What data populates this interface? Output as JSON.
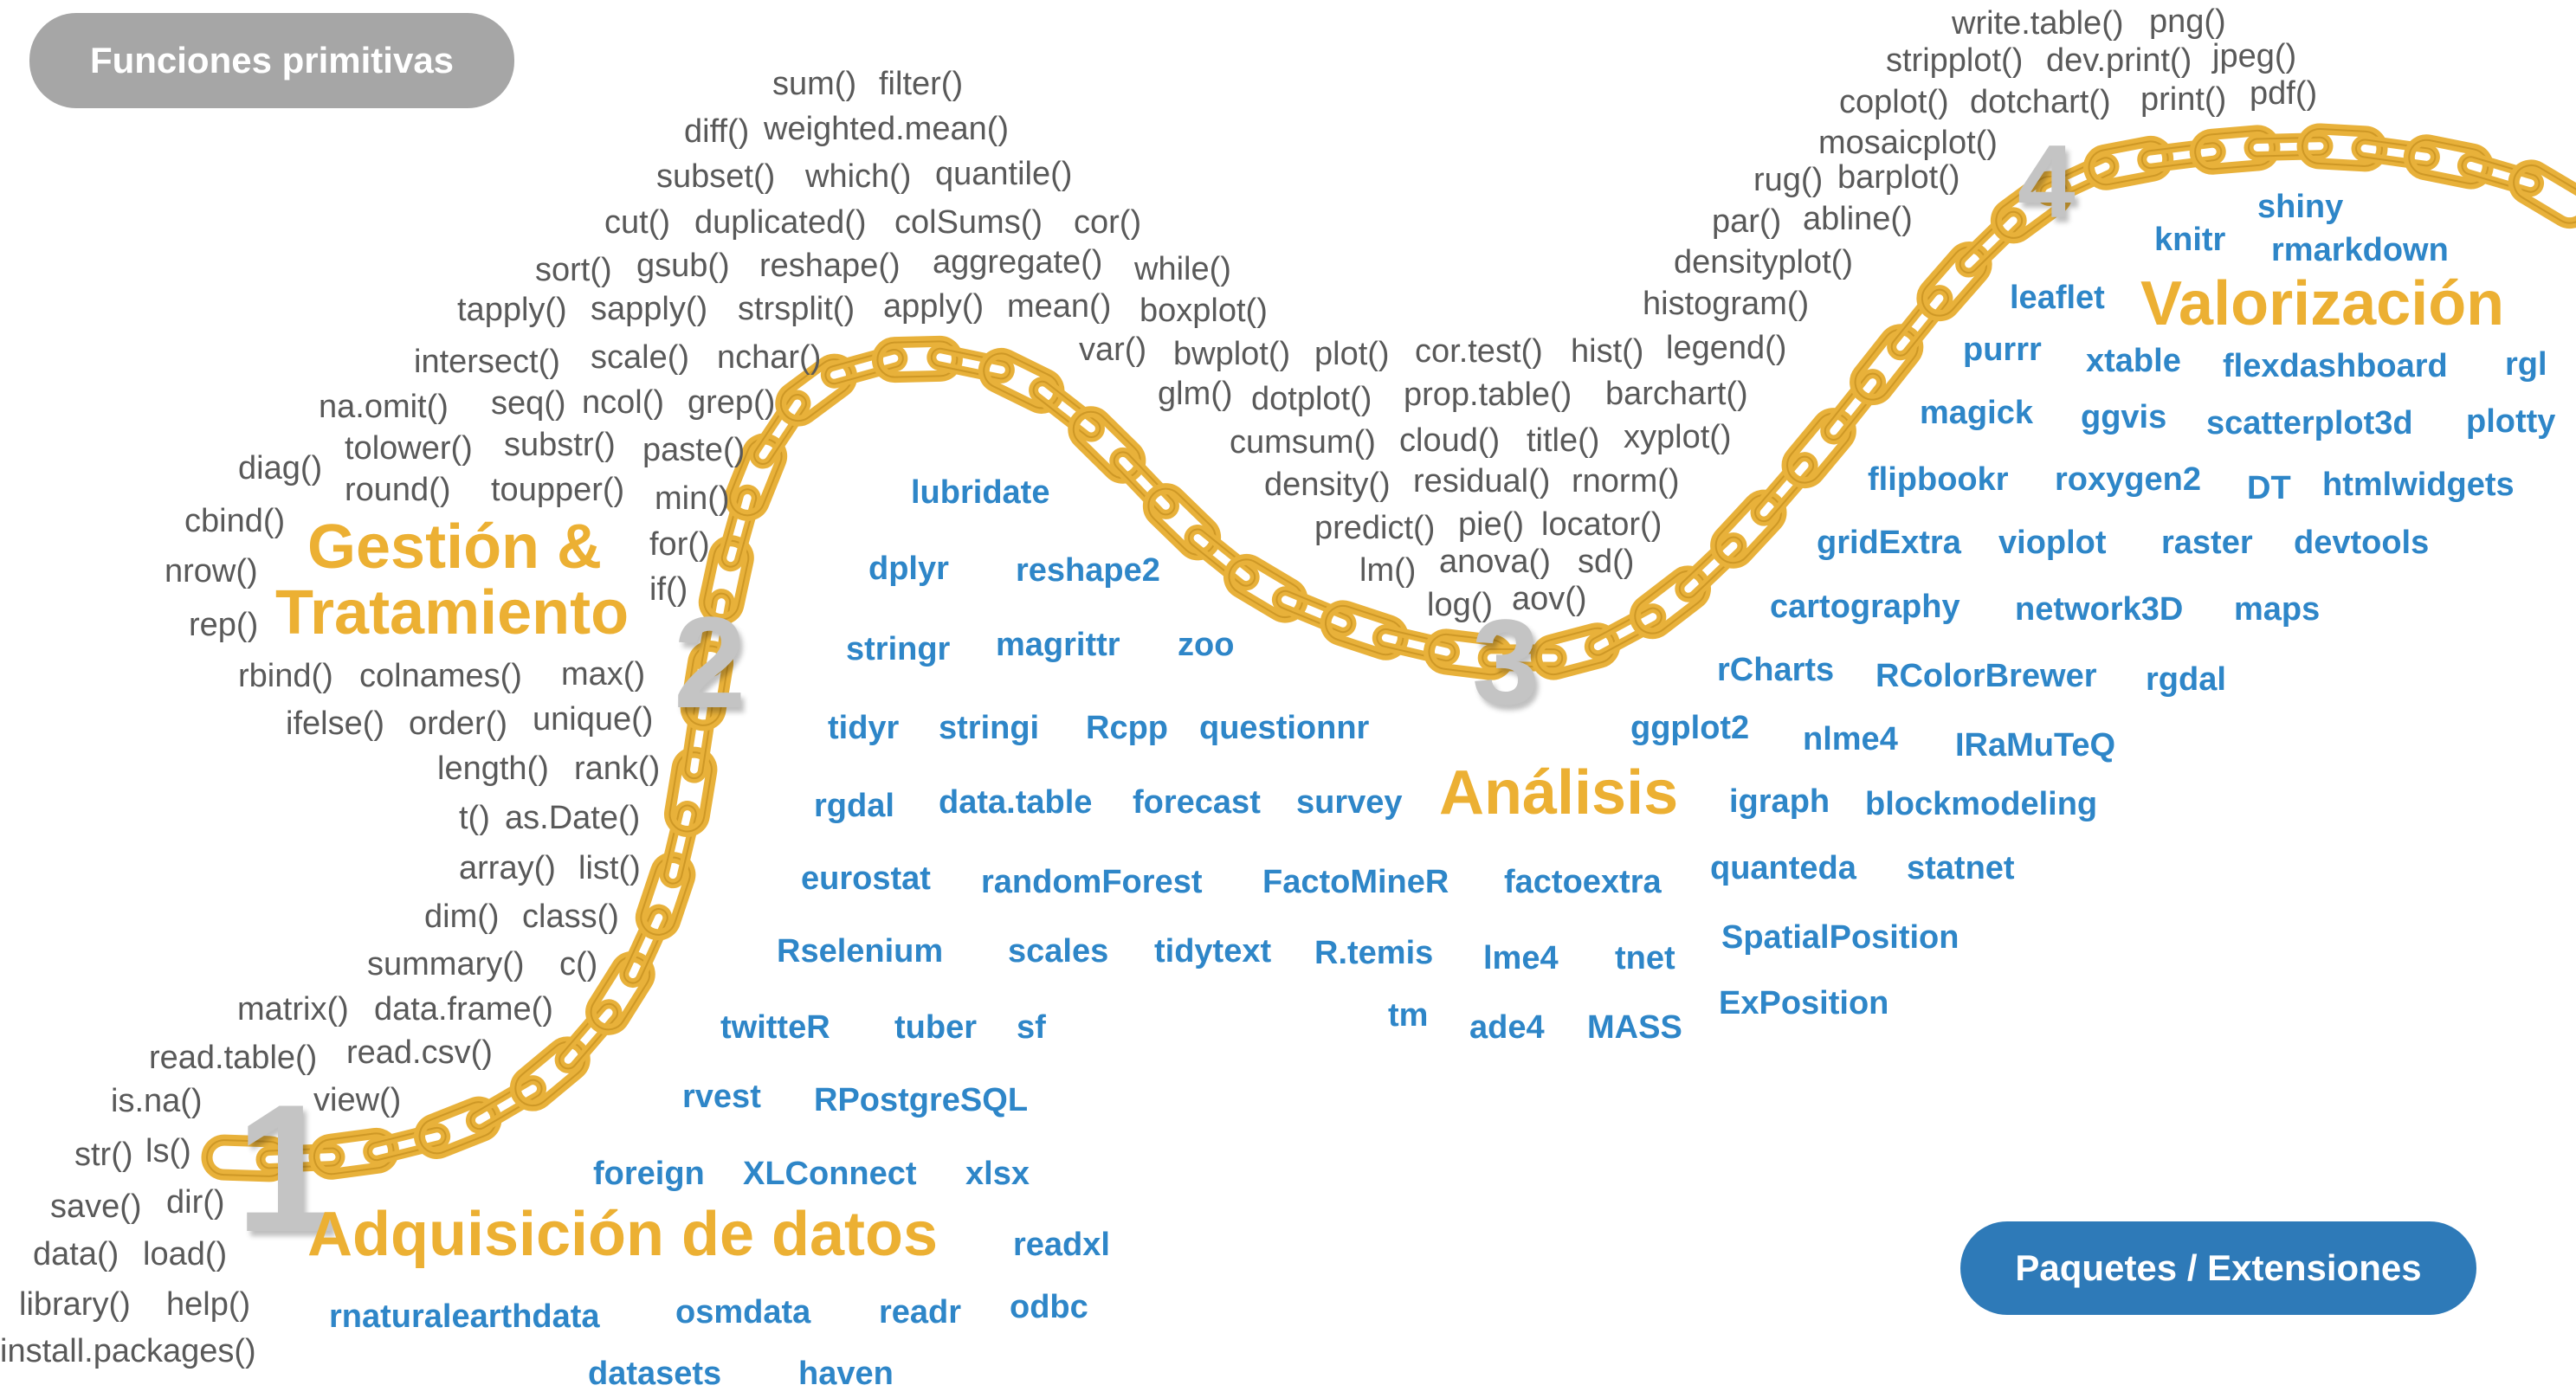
{
  "badges": {
    "functions": "Funciones primitivas",
    "packages": "Paquetes / Extensiones"
  },
  "colors": {
    "chain": "#e8b13a",
    "chain_stroke": "#b88316",
    "phase_title": "#ecb033",
    "function_text": "#595959",
    "package_text": "#2e86c8",
    "badge_gray": "#a6a6a6",
    "badge_blue": "#2e7ab8",
    "step_number": "#c4c4c4"
  },
  "phases": [
    {
      "number": "1",
      "title": "Adquisición de datos"
    },
    {
      "number": "2",
      "title": "Gestión &",
      "title_line2": "Tratamiento"
    },
    {
      "number": "3",
      "title": "Análisis"
    },
    {
      "number": "4",
      "title": "Valorización"
    }
  ],
  "functions": {
    "acquisition": [
      "install.packages()",
      "library()",
      "help()",
      "data()",
      "load()",
      "save()",
      "dir()",
      "str()",
      "ls()",
      "is.na()",
      "view()",
      "read.table()",
      "read.csv()",
      "matrix()",
      "data.frame()"
    ],
    "management": [
      "summary()",
      "c()",
      "dim()",
      "class()",
      "array()",
      "list()",
      "t()",
      "as.Date()",
      "length()",
      "rank()",
      "ifelse()",
      "order()",
      "unique()",
      "rbind()",
      "colnames()",
      "max()",
      "rep()",
      "if()",
      "nrow()",
      "for()",
      "cbind()",
      "min()",
      "diag()",
      "round()",
      "toupper()",
      "tolower()",
      "substr()",
      "paste()",
      "na.omit()",
      "seq()",
      "ncol()",
      "grep()",
      "intersect()",
      "scale()",
      "nchar()",
      "tapply()",
      "sapply()",
      "strsplit()",
      "apply()",
      "mean()",
      "sort()",
      "gsub()",
      "reshape()",
      "aggregate()",
      "cut()",
      "duplicated()",
      "colSums()",
      "cor()",
      "subset()",
      "which()",
      "quantile()",
      "diff()",
      "weighted.mean()",
      "sum()",
      "filter()"
    ],
    "analysis": [
      "while()",
      "boxplot()",
      "var()",
      "bwplot()",
      "plot()",
      "cor.test()",
      "hist()",
      "legend()",
      "glm()",
      "dotplot()",
      "prop.table()",
      "barchart()",
      "cumsum()",
      "cloud()",
      "title()",
      "xyplot()",
      "density()",
      "residual()",
      "rnorm()",
      "predict()",
      "pie()",
      "locator()",
      "lm()",
      "anova()",
      "sd()",
      "log()",
      "aov()"
    ],
    "valorization": [
      "histogram()",
      "densityplot()",
      "par()",
      "abline()",
      "rug()",
      "barplot()",
      "mosaicplot()",
      "coplot()",
      "dotchart()",
      "print()",
      "pdf()",
      "stripplot()",
      "dev.print()",
      "jpeg()",
      "write.table()",
      "png()"
    ]
  },
  "packages": {
    "acquisition": [
      "rnaturalearthdata",
      "osmdata",
      "readr",
      "odbc",
      "datasets",
      "haven",
      "readxl",
      "foreign",
      "XLConnect",
      "xlsx",
      "rvest",
      "RPostgreSQL",
      "twitteR",
      "tuber",
      "sf"
    ],
    "management": [
      "lubridate",
      "dplyr",
      "reshape2",
      "stringr",
      "magrittr",
      "zoo",
      "tidyr",
      "stringi",
      "Rcpp",
      "questionnr",
      "rgdal",
      "data.table",
      "forecast",
      "survey",
      "eurostat",
      "randomForest",
      "FactoMineR",
      "factoextra",
      "Rselenium",
      "scales",
      "tidytext",
      "R.temis",
      "lme4",
      "tnet",
      "tm",
      "ade4",
      "MASS"
    ],
    "analysis": [
      "quanteda",
      "statnet",
      "SpatialPosition",
      "ExPosition",
      "igraph",
      "blockmodeling",
      "ggplot2",
      "nlme4",
      "IRaMuTeQ",
      "rCharts",
      "RColorBrewer",
      "rgdal",
      "cartography",
      "network3D",
      "maps",
      "gridExtra",
      "vioplot",
      "raster",
      "devtools"
    ],
    "valorization": [
      "flipbookr",
      "roxygen2",
      "DT",
      "htmlwidgets",
      "magick",
      "ggvis",
      "scatterplot3d",
      "plotty",
      "purrr",
      "xtable",
      "flexdashboard",
      "rgl",
      "leaflet",
      "knitr",
      "shiny",
      "rmarkdown"
    ]
  }
}
